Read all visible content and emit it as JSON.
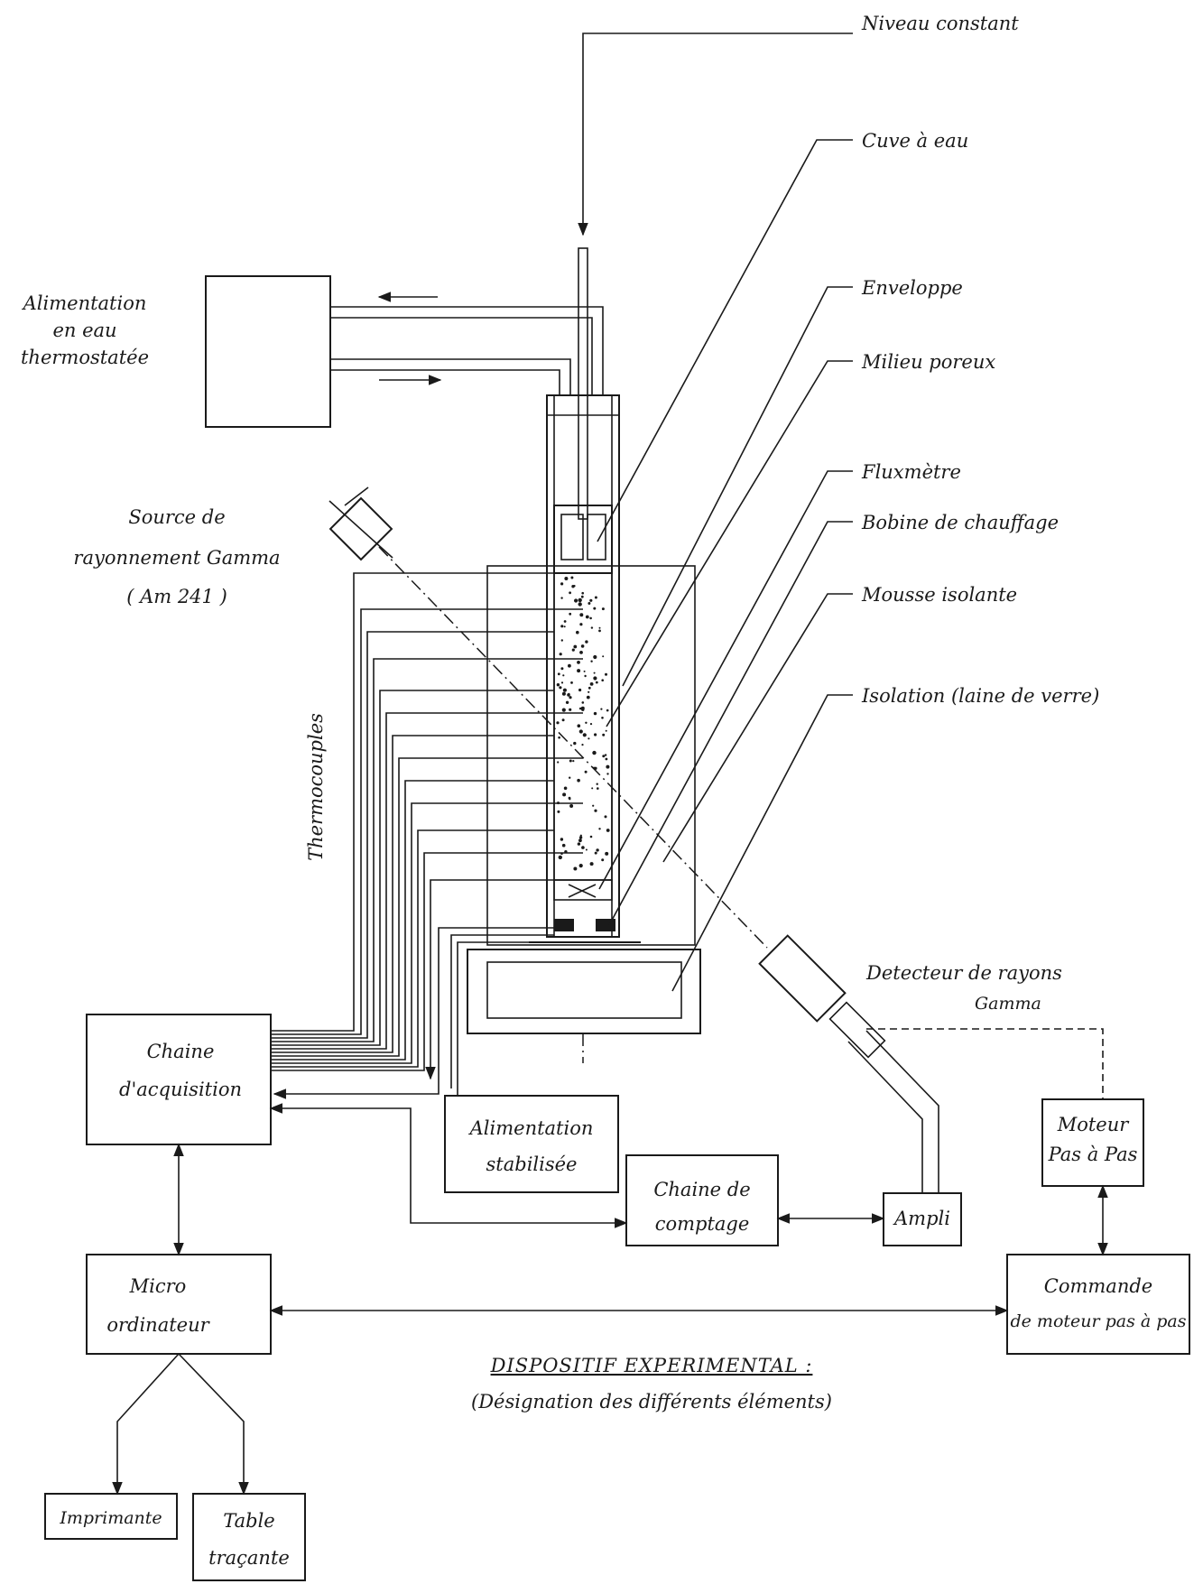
{
  "labels": {
    "niveau_constant": "Niveau constant",
    "cuve_a_eau": "Cuve à eau",
    "enveloppe": "Enveloppe",
    "milieu_poreux": "Milieu poreux",
    "fluxmetre": "Fluxmètre",
    "bobine_de_chauffage": "Bobine de chauffage",
    "mousse_isolante": "Mousse isolante",
    "isolation": "Isolation (laine de verre)",
    "detecteur_line1": "Detecteur de rayons",
    "detecteur_line2": "Gamma",
    "alimentation_eau_line1": "Alimentation",
    "alimentation_eau_line2": "en eau",
    "alimentation_eau_line3": "thermostatée",
    "source_line1": "Source de",
    "source_line2": "rayonnement Gamma",
    "source_line3": "( Am 241 )",
    "thermocouples": "Thermocouples"
  },
  "boxes": {
    "chaine_acquisition_line1": "Chaine",
    "chaine_acquisition_line2": "d'acquisition",
    "alimentation_stabilisee_line1": "Alimentation",
    "alimentation_stabilisee_line2": "stabilisée",
    "chaine_comptage_line1": "Chaine de",
    "chaine_comptage_line2": "comptage",
    "ampli": "Ampli",
    "moteur_line1": "Moteur",
    "moteur_line2": "Pas à Pas",
    "commande_line1": "Commande",
    "commande_line2": "de moteur pas à pas",
    "micro_line1": "Micro",
    "micro_line2": "ordinateur",
    "imprimante": "Imprimante",
    "table_line1": "Table",
    "table_line2": "traçante"
  },
  "caption": {
    "title": "DISPOSITIF EXPERIMENTAL :",
    "subtitle": "(Désignation des différents éléments)"
  }
}
